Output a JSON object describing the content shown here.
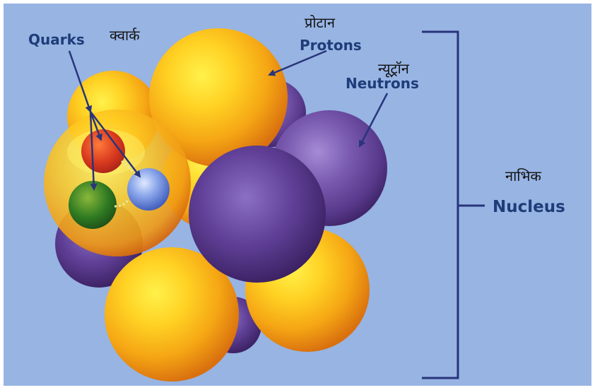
{
  "labels": {
    "quarks_en": "Quarks",
    "quarks_hi": "क्वार्क",
    "protons_en": "Protons",
    "protons_hi": "प्रोटान",
    "neutrons_en": "Neutrons",
    "neutrons_hi": "न्यूट्रॉन",
    "nucleus_en": "Nucleus",
    "nucleus_hi": "नाभिक"
  },
  "colors": {
    "background": "#97b4e3",
    "proton": "#f5a614",
    "neutron": "#6a4a9c",
    "label_text": "#1f3c7a",
    "arrow": "#28357a",
    "quark_red": "#d93a1e",
    "quark_green": "#2f7a22",
    "quark_blue": "#4a6fd0"
  }
}
